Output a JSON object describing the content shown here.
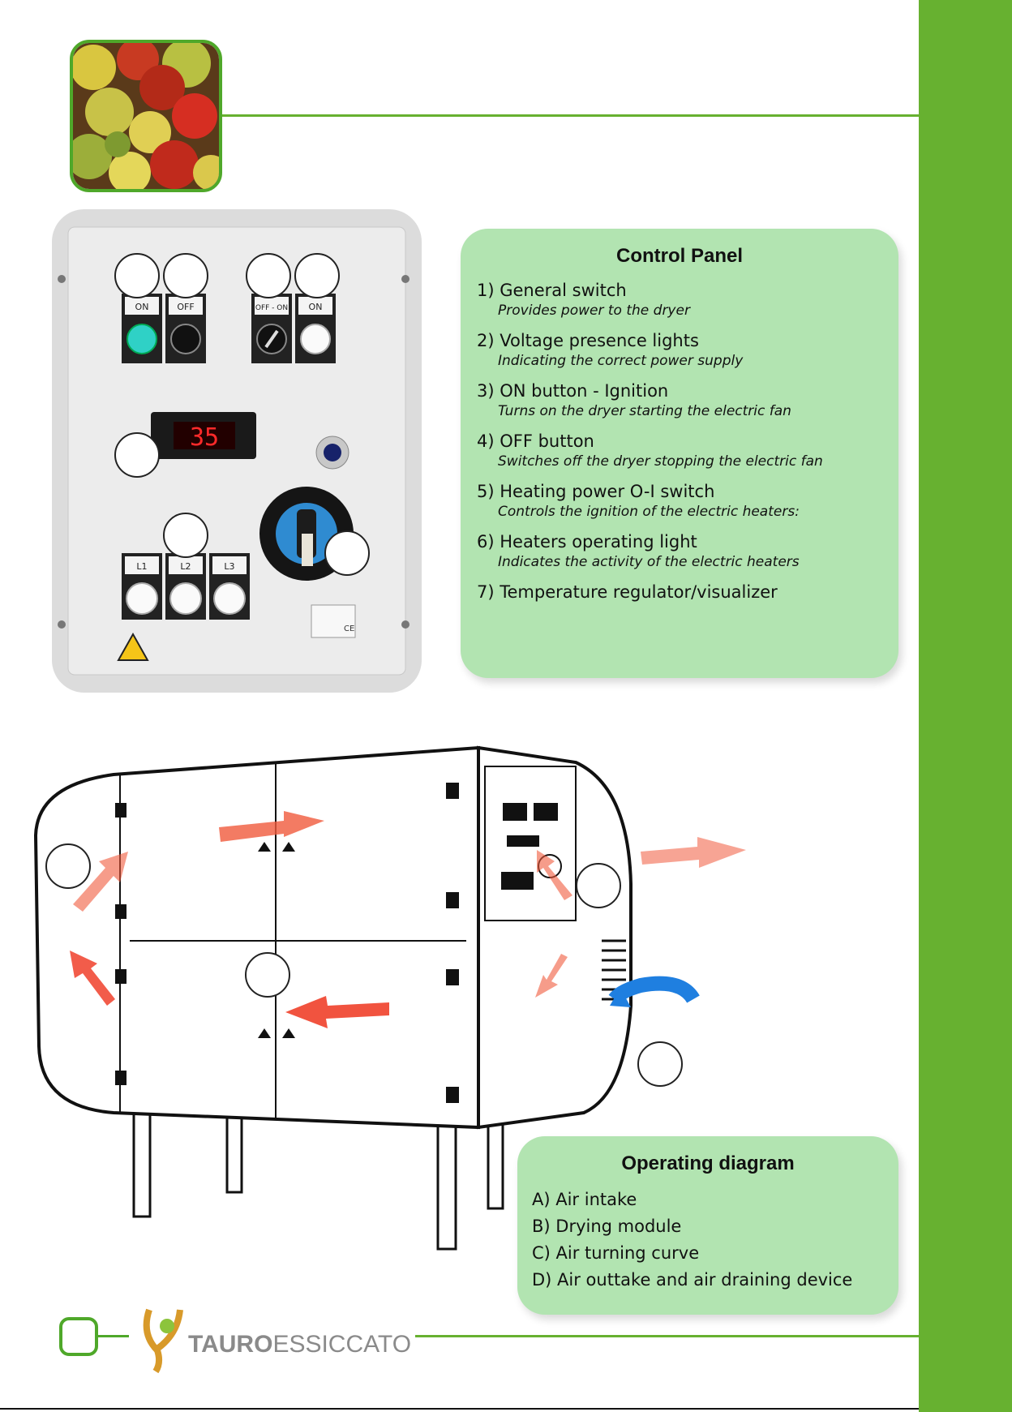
{
  "control_panel": {
    "title": "Control Panel",
    "items": [
      {
        "label": "1) General switch",
        "desc": "Provides power to the dryer"
      },
      {
        "label": "2) Voltage presence lights",
        "desc": "Indicating the correct power supply"
      },
      {
        "label": "3) ON button - Ignition",
        "desc": "Turns on the dryer starting the electric fan"
      },
      {
        "label": "4) OFF button",
        "desc": "Switches off the dryer stopping the electric fan"
      },
      {
        "label": "5) Heating power O-I switch",
        "desc": "Controls the ignition of the electric heaters:"
      },
      {
        "label": "6) Heaters operating light",
        "desc": "Indicates the activity of the electric heaters"
      },
      {
        "label": "7) Temperature regulator/visualizer",
        "desc": ""
      }
    ],
    "panel_labels": {
      "on": "ON",
      "off": "OFF",
      "off_on": "OFF - ON",
      "on2": "ON",
      "display": "35",
      "l1": "L1",
      "l2": "L2",
      "l3": "L3",
      "ce": "CE"
    }
  },
  "operating_diagram": {
    "title": "Operating diagram",
    "items": [
      "A)  Air intake",
      "B)  Drying module",
      "C) Air turning curve",
      "D) Air outtake and air draining device"
    ]
  },
  "footer": {
    "logo_text": "TAURO ESSICCATORI"
  },
  "colors": {
    "brand_green": "#67b130",
    "box_green": "#b2e4b1",
    "hot_air": "#f0502a",
    "cold_air": "#1f7fe0"
  }
}
